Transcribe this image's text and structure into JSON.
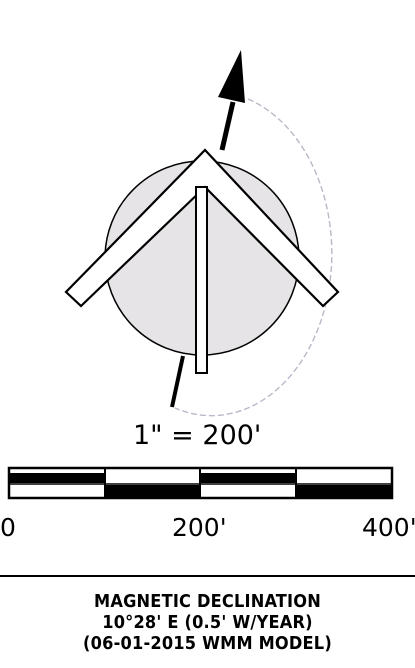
{
  "north_arrow": {
    "symbol": "north-arrow-with-magnetic-declination"
  },
  "scale": {
    "ratio_text": "1\" = 200'",
    "tick_labels": [
      "0",
      "200'",
      "400'"
    ]
  },
  "declination": {
    "line1": "MAGNETIC DECLINATION",
    "line2": "10°28' E (0.5' W/YEAR)",
    "line3": "(06-01-2015 WMM MODEL)"
  },
  "colors": {
    "ink": "#000000",
    "circle_fill": "#e6e4e6",
    "arc": "#b9b9c8"
  }
}
